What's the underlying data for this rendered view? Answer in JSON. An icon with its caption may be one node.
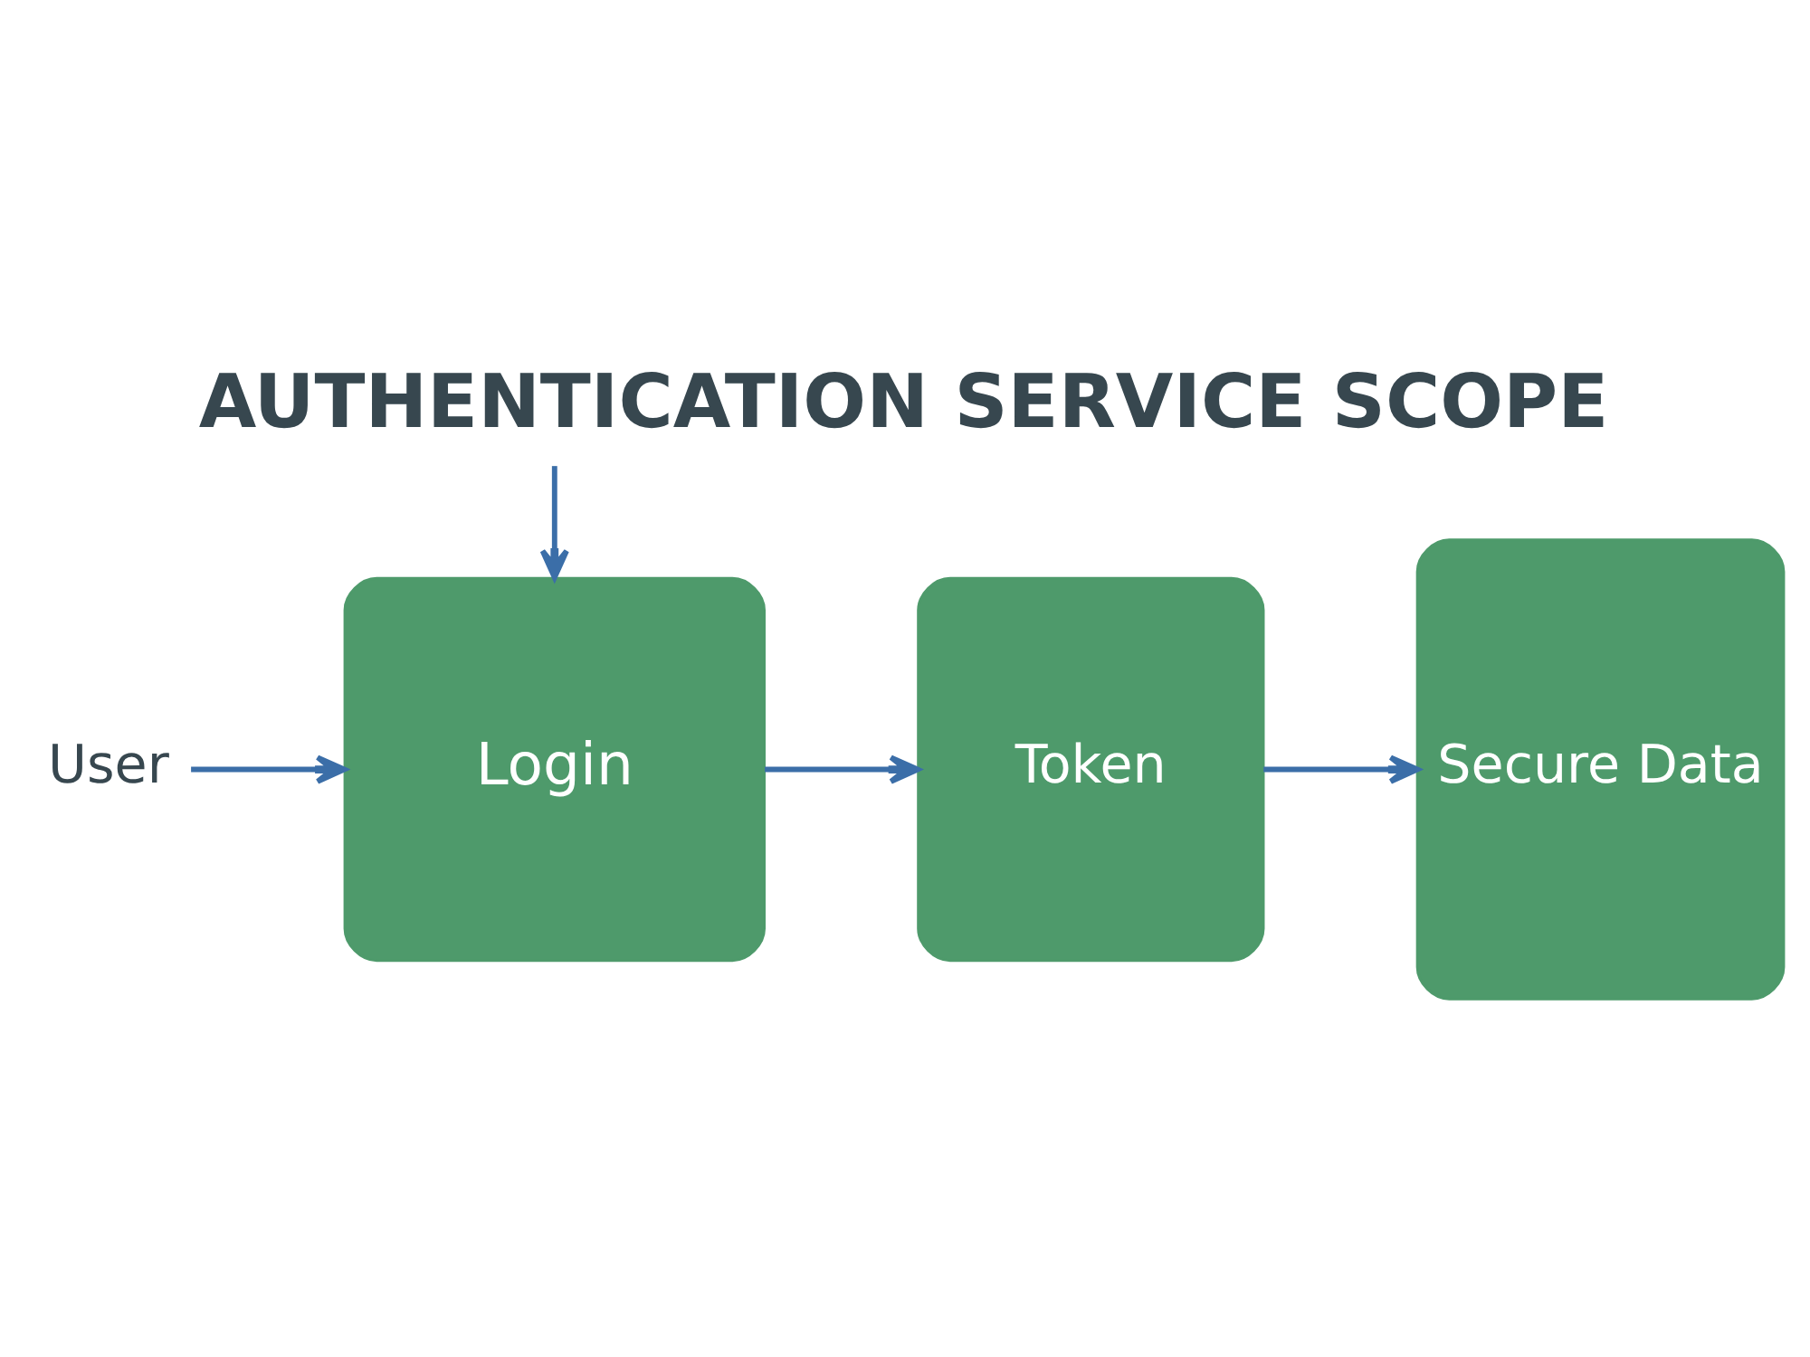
{
  "diagram": {
    "title": "AUTHENTICATION SERVICE SCOPE",
    "nodes": [
      {
        "text": [
          "User"
        ]
      },
      {
        "text": [
          "Login"
        ]
      },
      {
        "text": [
          "Token"
        ]
      },
      {
        "text": [
          "Secure Data"
        ]
      }
    ],
    "edges": [
      {
        "from": null,
        "to": 1,
        "arrow": "to"
      },
      {
        "from": 0,
        "to": 1,
        "arrow": "to"
      },
      {
        "from": 1,
        "to": 2,
        "arrow": "to"
      },
      {
        "from": 2,
        "to": 3,
        "arrow": "to"
      }
    ]
  }
}
